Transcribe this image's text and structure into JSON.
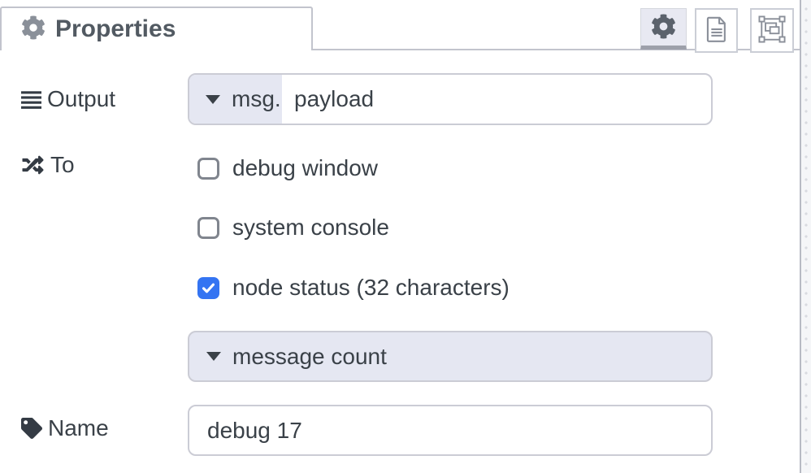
{
  "dialog": {
    "title": "Properties",
    "tabs": [
      {
        "id": "properties",
        "icon": "gear-icon",
        "selected": true
      },
      {
        "id": "description",
        "icon": "file-text-icon",
        "selected": false
      },
      {
        "id": "appearance",
        "icon": "object-group-icon",
        "selected": false
      }
    ]
  },
  "form": {
    "output": {
      "label": "Output",
      "type_prefix": "msg.",
      "value": "payload"
    },
    "to": {
      "label": "To",
      "options": [
        {
          "label": "debug window",
          "checked": false
        },
        {
          "label": "system console",
          "checked": false
        },
        {
          "label": "node status (32 characters)",
          "checked": true
        }
      ]
    },
    "status": {
      "value": "message count"
    },
    "name": {
      "label": "Name",
      "value": "debug 17"
    }
  },
  "colors": {
    "accent_blue": "#3474F2",
    "lavender": "#E5E7F2",
    "field_border": "#CBCCD5",
    "text": "#3A4148",
    "title": "#525A62"
  }
}
